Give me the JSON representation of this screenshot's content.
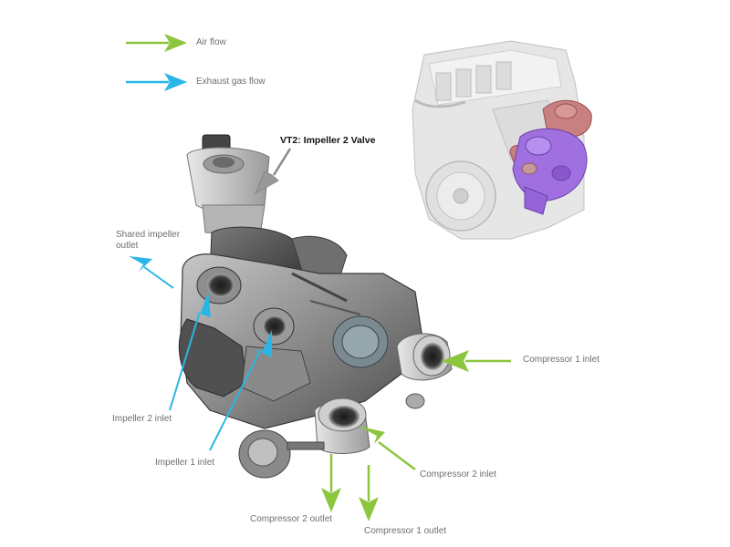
{
  "legend": {
    "air_flow": "Air flow",
    "exhaust_flow": "Exhaust gas flow"
  },
  "labels": {
    "vt2": "VT2: Impeller 2 Valve",
    "shared_outlet_line1": "Shared impeller",
    "shared_outlet_line2": "outlet",
    "compressor1_inlet": "Compressor 1 inlet",
    "impeller2_inlet": "Impeller 2 inlet",
    "impeller1_inlet": "Impeller 1 inlet",
    "compressor2_inlet": "Compressor 2 inlet",
    "compressor2_outlet": "Compressor 2 outlet",
    "compressor1_outlet": "Compressor 1 outlet"
  },
  "colors": {
    "air": "#8cc63f",
    "exhaust": "#29b6e6",
    "callout": "#888888",
    "highlight_purple": "#a070e0",
    "highlight_red": "#c07070"
  }
}
